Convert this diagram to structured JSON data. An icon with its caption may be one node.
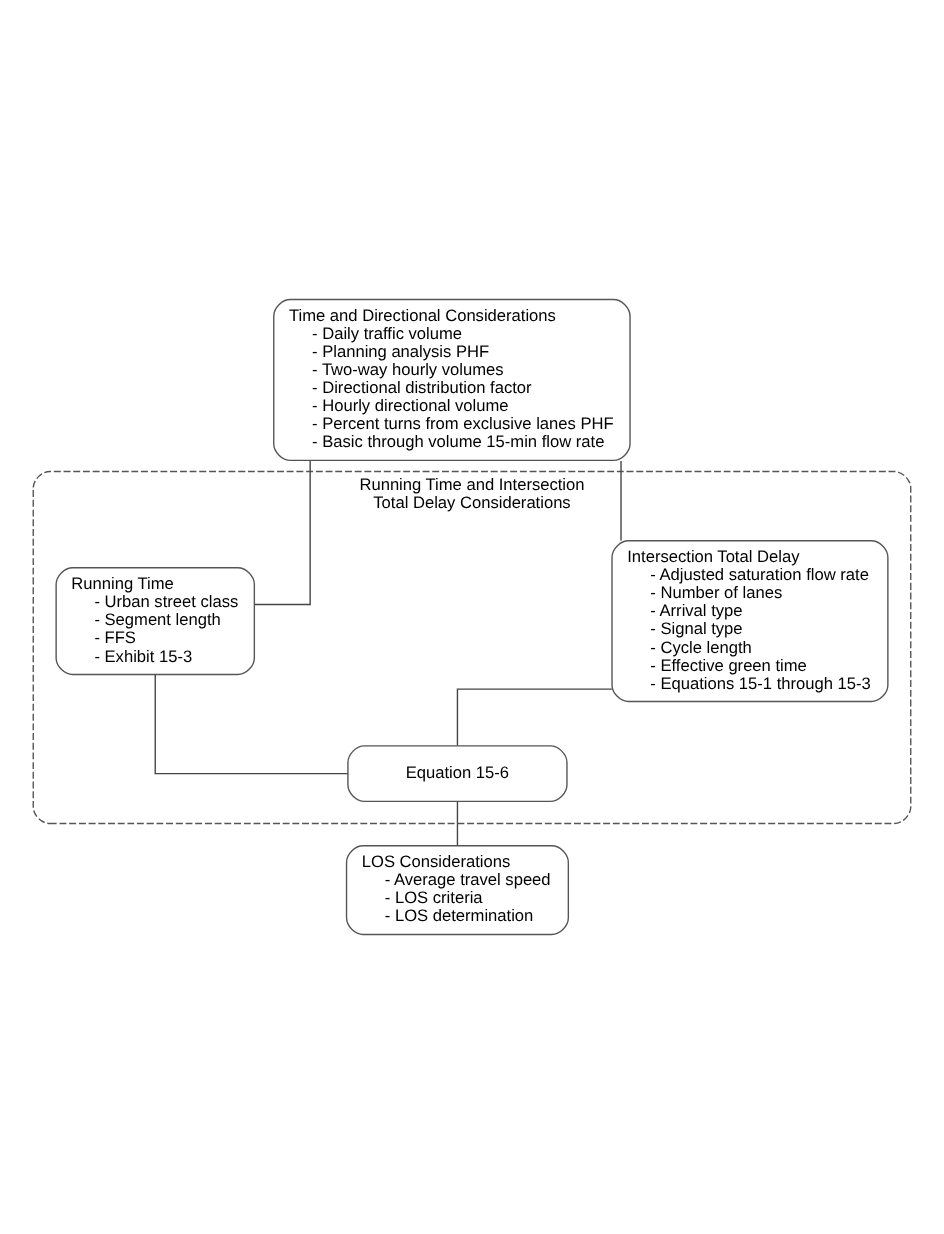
{
  "diagram": {
    "nodes": [
      {
        "text": [
          "Time and Directional Considerations",
          "- Daily traffic volume",
          "- Planning analysis PHF",
          "- Two-way hourly volumes",
          "- Directional distribution factor",
          "- Hourly directional volume",
          "- Percent turns from exclusive lanes PHF",
          "- Basic through volume 15-min flow rate"
        ]
      },
      {
        "text": [
          "Running Time and Intersection Total Delay Considerations"
        ]
      },
      {
        "text": [
          "Running Time",
          "- Urban street class",
          "- Segment length",
          "- FFS",
          "- Exhibit 15-3"
        ],
        "in": 1
      },
      {
        "text": [
          "Intersection Total Delay",
          "- Adjusted saturation flow rate",
          "- Number of lanes",
          "- Arrival type",
          "- Signal type",
          "- Cycle length",
          "- Effective green time",
          "- Equations 15-1 through 15-3"
        ],
        "in": 1
      },
      {
        "text": [
          "Equation 15-6"
        ],
        "in": 1
      },
      {
        "text": [
          "LOS Considerations",
          "- Average travel speed",
          "- LOS criteria",
          "- LOS determination"
        ]
      }
    ],
    "edges": [
      {
        "from": 0,
        "to": 2,
        "arrow": "none"
      },
      {
        "from": 0,
        "to": 3,
        "arrow": "none"
      },
      {
        "from": 2,
        "to": 4,
        "arrow": "none"
      },
      {
        "from": 3,
        "to": 4,
        "arrow": "none"
      },
      {
        "from": 4,
        "to": 5,
        "arrow": "none"
      }
    ]
  }
}
